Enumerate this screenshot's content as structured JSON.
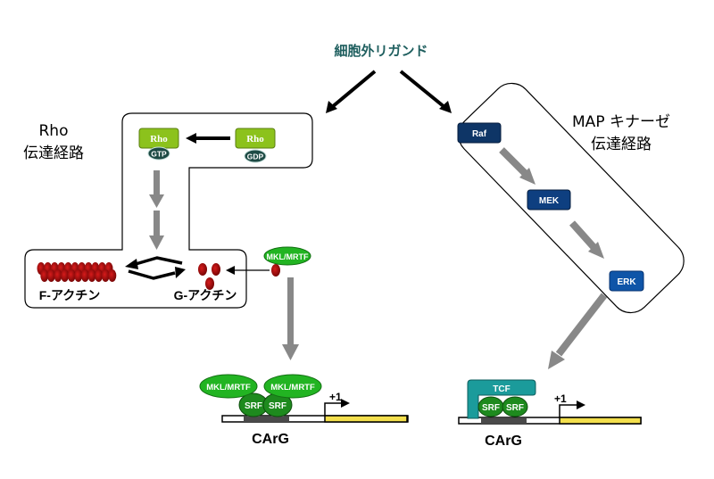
{
  "title": "細胞外リガンド",
  "rho_pathway": {
    "label_line1": "Rho",
    "label_line2": "伝達経路",
    "rho_gtp": {
      "name": "Rho",
      "state": "GTP"
    },
    "rho_gdp": {
      "name": "Rho",
      "state": "GDP"
    },
    "f_actin": "F-アクチン",
    "g_actin": "G-アクチン",
    "mkl": "MKL/MRTF"
  },
  "map_pathway": {
    "label_line1": "MAP キナーゼ",
    "label_line2": "伝達経路",
    "kinases": [
      "Raf",
      "MEK",
      "ERK"
    ]
  },
  "promoter_left": {
    "cofactors": [
      "MKL/MRTF",
      "MKL/MRTF"
    ],
    "srf": [
      "SRF",
      "SRF"
    ],
    "element": "CArG",
    "tss": "+1"
  },
  "promoter_right": {
    "cofactor": "TCF",
    "srf": [
      "SRF",
      "SRF"
    ],
    "element": "CArG",
    "tss": "+1"
  },
  "colors": {
    "title_teal": "#1f5f5f",
    "rho_green": "#8cc21c",
    "gtp_dark": "#1d4a44",
    "actin_red": "#a00c0c",
    "mkl_green": "#22b422",
    "srf_green": "#1e8a1e",
    "kinase_navy": "#0e3566",
    "kinase_blue": "#0f55a8",
    "tcf_teal": "#1b9b9b",
    "gene_yellow": "#f3df4d",
    "arrow_gray": "#888888"
  }
}
